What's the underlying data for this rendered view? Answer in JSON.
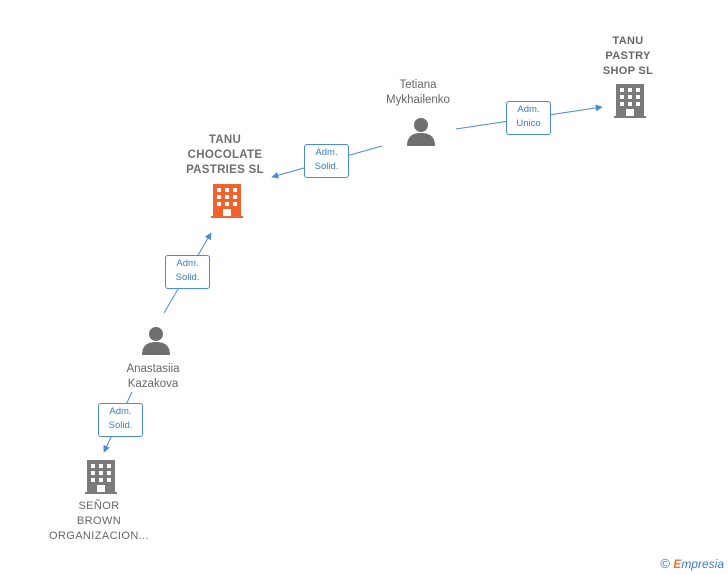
{
  "nodes": {
    "tanu_chocolate": {
      "label": "TANU\nCHOCOLATE\nPASTRIES  SL",
      "type": "company",
      "highlight": true
    },
    "tanu_pastry": {
      "label": "TANU\nPASTRY\nSHOP  SL",
      "type": "company"
    },
    "senor_brown": {
      "label": "SEÑOR\nBROWN\nORGANIZACION...",
      "type": "company"
    },
    "tetiana": {
      "label": "Tetiana\nMykhailenko",
      "type": "person"
    },
    "anastasiia": {
      "label": "Anastasiia\nKazakova",
      "type": "person"
    }
  },
  "relations": {
    "tetiana_to_chocolate": "Adm.\nSolid.",
    "tetiana_to_pastry": "Adm.\nUnico",
    "anastasiia_to_chocolate": "Adm.\nSolid.",
    "anastasiia_to_senor": "Adm.\nSolid."
  },
  "colors": {
    "highlight_company": "#f0622e",
    "company": "#7a7a7a",
    "person": "#6f6f6f",
    "edge": "#4a8bd6"
  },
  "brand": {
    "copyright": "©",
    "logo_initial": "E",
    "logo_rest": "mpresia"
  }
}
